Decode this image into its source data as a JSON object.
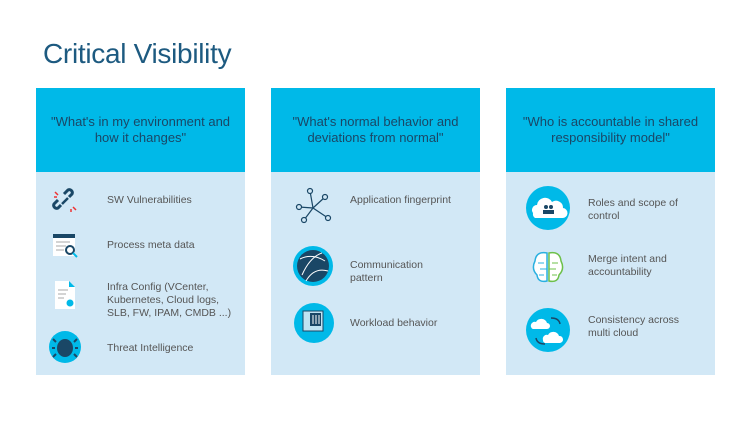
{
  "title": "Critical Visibility",
  "panels": [
    {
      "header": "\"What's in my environment and how it changes\"",
      "items": [
        {
          "icon": "broken-link-icon",
          "label": "SW Vulnerabilities"
        },
        {
          "icon": "document-search-icon",
          "label": "Process meta data"
        },
        {
          "icon": "document-gear-icon",
          "label": "Infra Config (VCenter, Kubernetes, Cloud logs, SLB, FW, IPAM, CMDB ...)"
        },
        {
          "icon": "bug-icon",
          "label": "Threat Intelligence"
        }
      ]
    },
    {
      "header": "\"What's normal behavior and deviations from normal\"",
      "items": [
        {
          "icon": "network-nodes-icon",
          "label": "Application fingerprint"
        },
        {
          "icon": "globe-network-icon",
          "label": "Communication pattern"
        },
        {
          "icon": "chip-icon",
          "label": "Workload behavior"
        }
      ]
    },
    {
      "header": "\"Who is accountable in shared responsibility model\"",
      "items": [
        {
          "icon": "cloud-users-icon",
          "label": "Roles and scope of control"
        },
        {
          "icon": "brain-icon",
          "label": "Merge intent and accountability"
        },
        {
          "icon": "multi-cloud-icon",
          "label": "Consistency across multi cloud"
        }
      ]
    }
  ],
  "colors": {
    "header": "#00b9e8",
    "body": "#d2e8f6",
    "title": "#1d5a80",
    "dark": "#1a4766"
  }
}
